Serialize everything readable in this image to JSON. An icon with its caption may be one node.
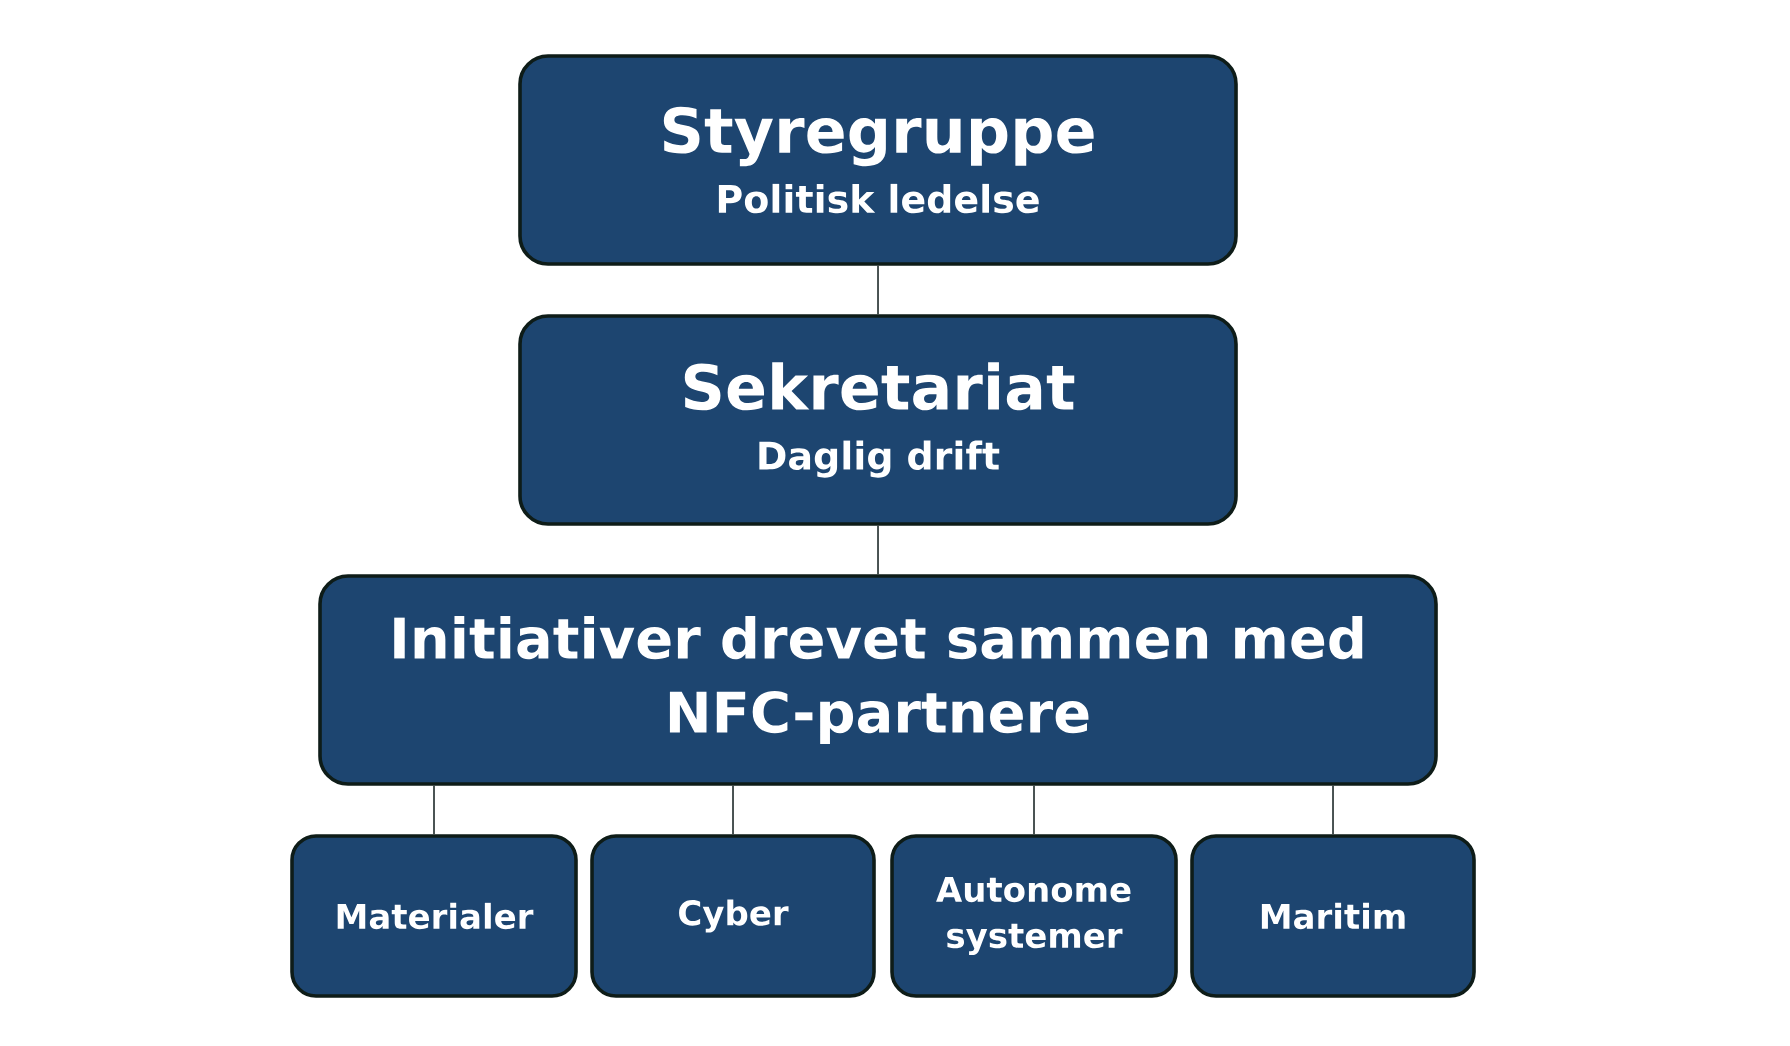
{
  "diagram": {
    "nodes": [
      {
        "text": [
          "Styregruppe",
          "Politisk ledelse"
        ]
      },
      {
        "text": [
          "Sekretariat",
          "Daglig drift"
        ]
      },
      {
        "text": [
          "Initiativer drevet sammen med NFC-partnere"
        ]
      },
      {
        "text": [
          "Materialer"
        ]
      },
      {
        "text": [
          "Cyber"
        ]
      },
      {
        "text": [
          "Autonome systemer"
        ]
      },
      {
        "text": [
          "Maritim"
        ]
      }
    ],
    "edges": [
      {
        "from": 0,
        "to": 1,
        "arrow": "none"
      },
      {
        "from": 1,
        "to": 2,
        "arrow": "none"
      },
      {
        "from": 2,
        "to": 3,
        "arrow": "none"
      },
      {
        "from": 2,
        "to": 4,
        "arrow": "none"
      },
      {
        "from": 2,
        "to": 5,
        "arrow": "none"
      },
      {
        "from": 2,
        "to": 6,
        "arrow": "none"
      }
    ]
  }
}
